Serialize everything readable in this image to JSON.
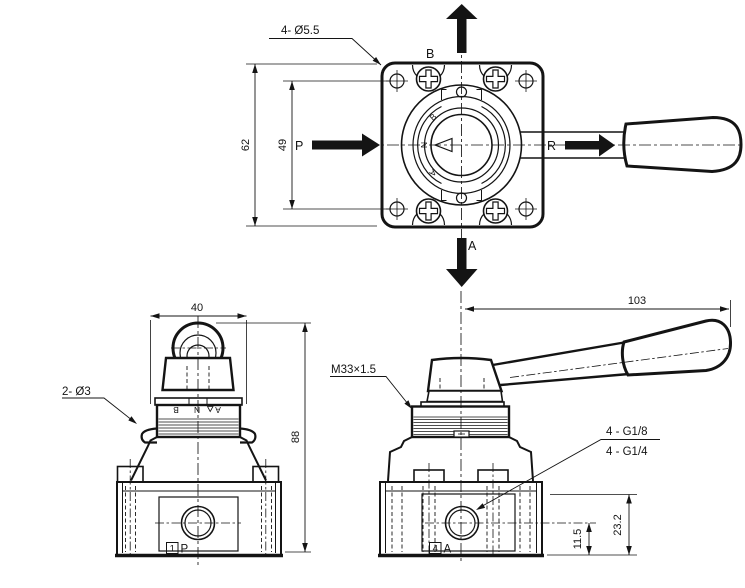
{
  "colors": {
    "ink": "#141414",
    "background": "#ffffff"
  },
  "views": {
    "top": {
      "flow_labels": {
        "top": "B",
        "bottom": "A",
        "left": "P",
        "right": "R"
      },
      "dims": {
        "flange_height": "62",
        "hole_spacing": "49"
      },
      "callouts": {
        "mount_holes": "4- Ø5.5"
      },
      "dial_marks": {
        "upper": "B",
        "middle": "N",
        "lower": "A"
      }
    },
    "front": {
      "dims": {
        "dial_width": "40",
        "body_height": "88"
      },
      "callouts": {
        "pins": "2- Ø3"
      },
      "dial_marks": {
        "left": "B",
        "middle": "N",
        "right": "A"
      },
      "port_tag": {
        "number": "1",
        "letter": "P"
      }
    },
    "side": {
      "dims": {
        "lever_length": "103",
        "port_center_height": "11.5",
        "port_face_height": "23.2"
      },
      "callouts": {
        "thread": "M33×1.5",
        "port_thread_option_1": "4 - G1/8",
        "port_thread_option_2": "4 - G1/4"
      },
      "port_tag": {
        "number": "4",
        "letter": "A"
      }
    }
  }
}
